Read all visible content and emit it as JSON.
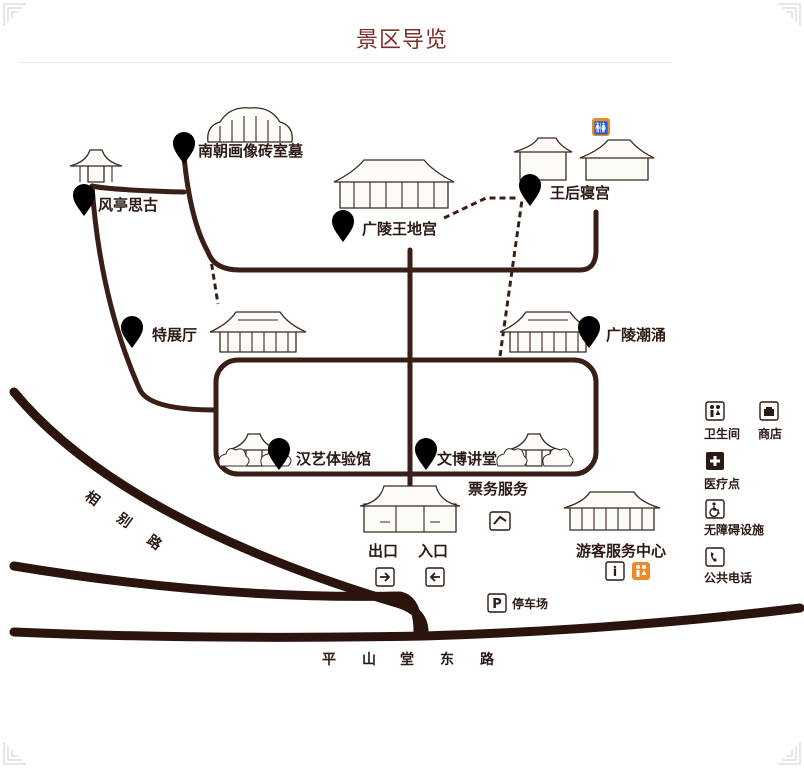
{
  "title": "景区导览",
  "attractions": [
    {
      "name": "南朝画像砖室墓"
    },
    {
      "name": "风亭思古"
    },
    {
      "name": "广陵王地宫"
    },
    {
      "name": "王后寝宫"
    },
    {
      "name": "特展厅"
    },
    {
      "name": "广陵潮涌"
    },
    {
      "name": "汉艺体验馆"
    },
    {
      "name": "文博讲堂"
    }
  ],
  "facilities": {
    "ticket_service": "票务服务",
    "exit": "出口",
    "entrance": "入口",
    "visitor_center": "游客服务中心",
    "parking": "停车场"
  },
  "roads": {
    "xiangbie": [
      "相",
      "别",
      "路"
    ],
    "pingshantang": [
      "平",
      "山",
      "堂",
      "东",
      "路"
    ]
  },
  "legend": [
    {
      "icon": "restroom-icon",
      "label": "卫生间"
    },
    {
      "icon": "shop-icon",
      "label": "商店"
    },
    {
      "icon": "medical-icon",
      "label": "医疗点"
    },
    {
      "icon": "accessible-icon",
      "label": "无障碍设施"
    },
    {
      "icon": "phone-icon",
      "label": "公共电话"
    }
  ],
  "colors": {
    "title": "#7a2f2a",
    "path": "#3a1f16",
    "pin": "#e88a2c",
    "restroom_badge": "#ea8a2a"
  }
}
